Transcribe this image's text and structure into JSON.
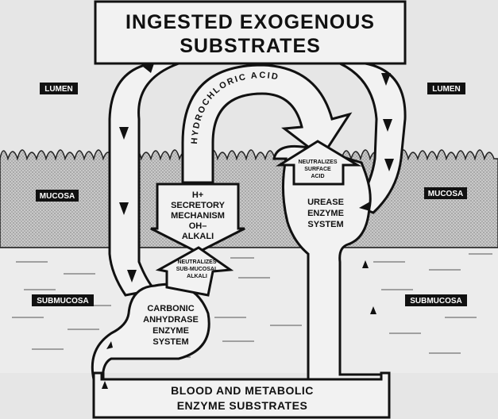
{
  "diagram": {
    "top_box": {
      "line1": "INGESTED EXOGENOUS",
      "line2": "SUBSTRATES"
    },
    "bottom_box": {
      "line1": "BLOOD AND METABOLIC",
      "line2": "ENZYME SUBSTRATES"
    },
    "tissue_labels": {
      "lumen_left": "LUMEN",
      "lumen_right": "LUMEN",
      "mucosa_left": "MUCOSA",
      "mucosa_right": "MUCOSA",
      "submucosa_left": "SUBMUCOSA",
      "submucosa_right": "SUBMUCOSA"
    },
    "arch_label": "HYDROCHLORIC ACID",
    "secretory_box": {
      "line1": "H+",
      "line2": "SECRETORY",
      "line3": "MECHANISM",
      "line4": "OH–",
      "line5": "ALKALI"
    },
    "carbonic": {
      "line1": "CARBONIC",
      "line2": "ANHYDRASE",
      "line3": "ENZYME",
      "line4": "SYSTEM"
    },
    "urease": {
      "line1": "UREASE",
      "line2": "ENZYME",
      "line3": "SYSTEM"
    },
    "neutralizes_submucosal": {
      "line1": "NEUTRALIZES",
      "line2": "SUB-MUCOSAL",
      "line3": "ALKALI"
    },
    "neutralizes_surface": {
      "line1": "NEUTRALIZES",
      "line2": "SURFACE",
      "line3": "ACID"
    }
  }
}
